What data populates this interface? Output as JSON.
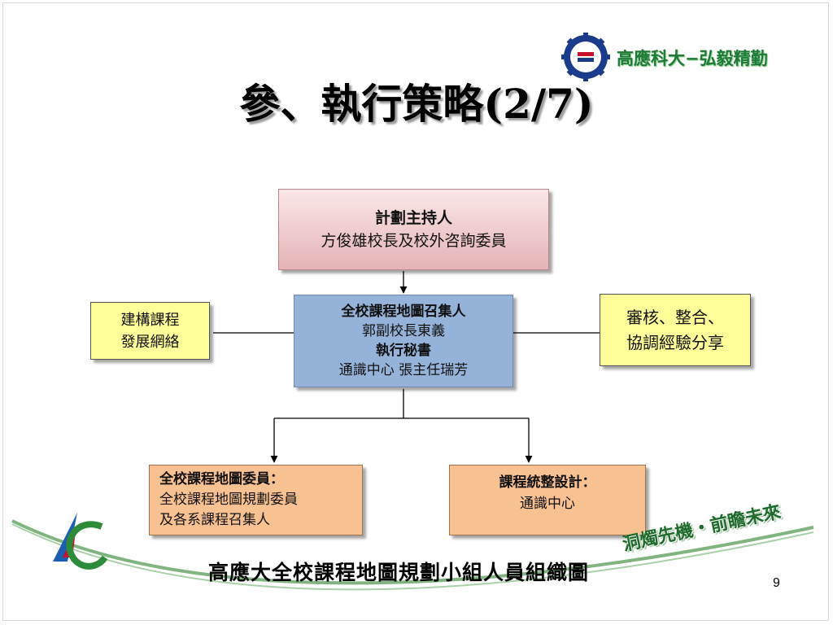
{
  "header": {
    "school_name": "高應科大−弘毅精勤"
  },
  "title": "參、執行策略(2/7)",
  "org_chart": {
    "leader": {
      "role": "計劃主持人",
      "members": "方俊雄校長及校外咨詢委員"
    },
    "convener": {
      "role": "全校課程地圖召集人",
      "person": "郭副校長東義",
      "secretary_role": "執行秘書",
      "secretary": "通識中心 張主任瑞芳"
    },
    "left_note": {
      "line1": "建構課程",
      "line2": "發展網絡"
    },
    "right_note": {
      "line1": "審核、整合、",
      "line2": "協調經驗分享"
    },
    "committee": {
      "role": "全校課程地圖委員：",
      "line1": "全校課程地圖規劃委員",
      "line2": "及各系課程召集人"
    },
    "design": {
      "role": "課程統整設計：",
      "unit": "通識中心"
    }
  },
  "caption": "高應大全校課程地圖規劃小組人員組織圖",
  "slogan": "洞燭先機・前瞻未來",
  "page_number": "9",
  "colors": {
    "leader_fill": "#e4b3b6",
    "convener_fill": "#95b2d8",
    "note_fill": "#ffff99",
    "committee_fill": "#f8c192",
    "brand_green": "#1f7a3a"
  }
}
